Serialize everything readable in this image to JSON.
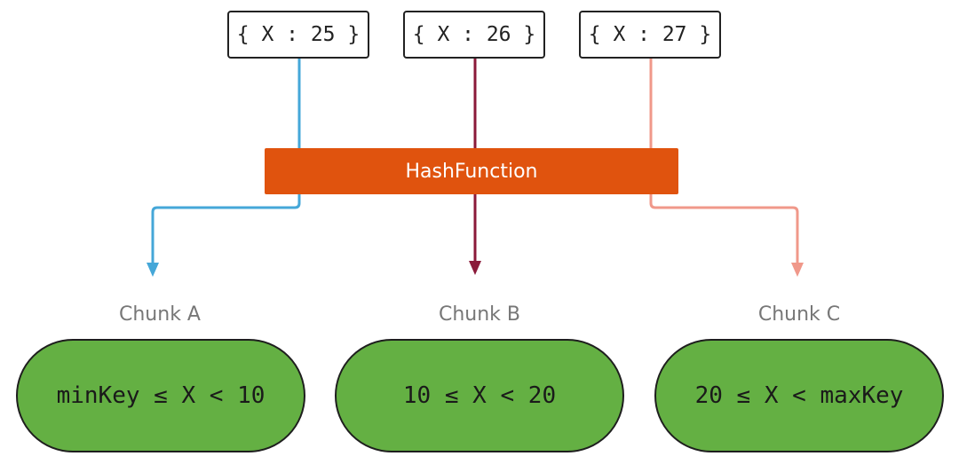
{
  "diagram": {
    "keys": [
      {
        "label": "{ X : 25 }",
        "color": "#45a7d8"
      },
      {
        "label": "{ X : 26 }",
        "color": "#8b1a3a"
      },
      {
        "label": "{ X : 27 }",
        "color": "#f0988a"
      }
    ],
    "hash_function": {
      "label": "HashFunction",
      "color": "#e0530e"
    },
    "chunks": [
      {
        "name": "Chunk A",
        "range": "minKey ≤ X < 10"
      },
      {
        "name": "Chunk B",
        "range": "10 ≤ X < 20"
      },
      {
        "name": "Chunk C",
        "range": "20 ≤ X < maxKey"
      }
    ],
    "chunk_color": "#64b043"
  }
}
